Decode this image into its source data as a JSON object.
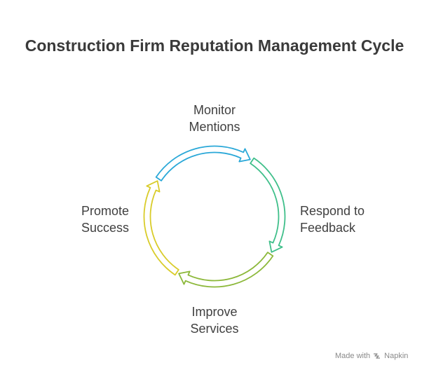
{
  "title": "Construction Firm Reputation Management Cycle",
  "steps": [
    {
      "line1": "Monitor",
      "line2": "Mentions",
      "color": "#2aa8d8"
    },
    {
      "line1": "Respond to",
      "line2": "Feedback",
      "color": "#3fbf8a"
    },
    {
      "line1": "Improve",
      "line2": "Services",
      "color": "#8cb83a"
    },
    {
      "line1": "Promote",
      "line2": "Success",
      "color": "#d9cc2a"
    }
  ],
  "footer": {
    "made_with": "Made with",
    "brand": "Napkin",
    "icon": "napkin-icon"
  }
}
